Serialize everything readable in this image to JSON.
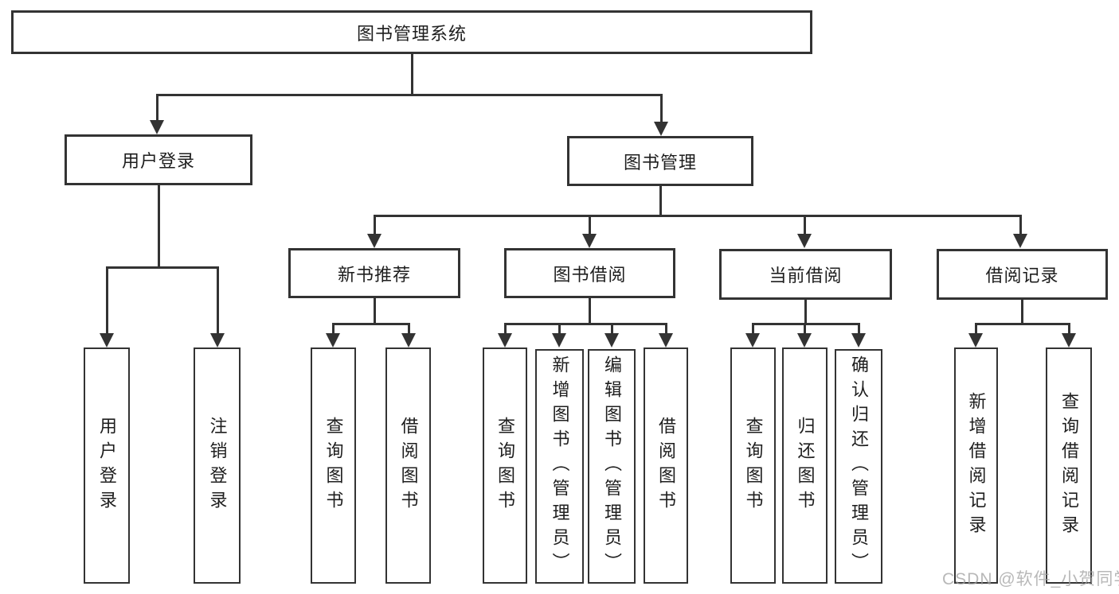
{
  "tree": {
    "root": {
      "label": "图书管理系统"
    },
    "branches": [
      {
        "label": "用户登录",
        "children": [
          {
            "label": "用户登录"
          },
          {
            "label": "注销登录"
          }
        ]
      },
      {
        "label": "图书管理",
        "children": [
          {
            "label": "新书推荐",
            "children": [
              {
                "label": "查询图书"
              },
              {
                "label": "借阅图书"
              }
            ]
          },
          {
            "label": "图书借阅",
            "children": [
              {
                "label": "查询图书"
              },
              {
                "label": "新增图书（管理员）"
              },
              {
                "label": "编辑图书（管理员）"
              },
              {
                "label": "借阅图书"
              }
            ]
          },
          {
            "label": "当前借阅",
            "children": [
              {
                "label": "查询图书"
              },
              {
                "label": "归还图书"
              },
              {
                "label": "确认归还（管理员）"
              }
            ]
          },
          {
            "label": "借阅记录",
            "children": [
              {
                "label": "新增借阅记录"
              },
              {
                "label": "查询借阅记录"
              }
            ]
          }
        ]
      }
    ]
  },
  "watermark": {
    "text": "CSDN @软件_小贺同学"
  },
  "colors": {
    "line": "#333333",
    "text": "#1e1e1e",
    "box_background": "#ffffff",
    "watermark": "#a0a0a0"
  }
}
